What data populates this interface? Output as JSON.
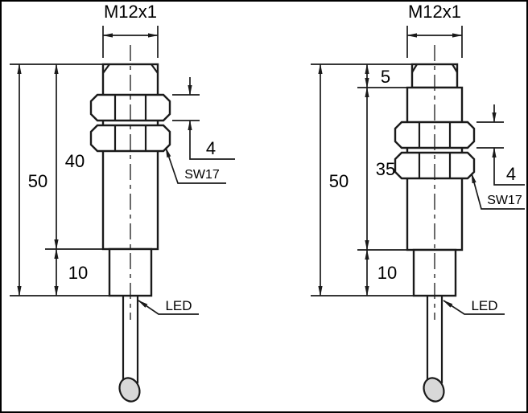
{
  "diagram": {
    "left_sensor": {
      "thread_label": "M12x1",
      "overall_length": "50",
      "thread_length": "40",
      "tail_length": "10",
      "nut_height": "4",
      "wrench_size_label": "SW17",
      "led_label": "LED"
    },
    "right_sensor": {
      "thread_label": "M12x1",
      "tip_length": "5",
      "overall_length": "50",
      "thread_length": "35",
      "tail_length": "10",
      "nut_height": "4",
      "wrench_size_label": "SW17",
      "led_label": "LED"
    },
    "colors": {
      "line": "#1a1a1a",
      "cable_end_fill": "#d8d8d8",
      "background": "#ffffff"
    }
  }
}
